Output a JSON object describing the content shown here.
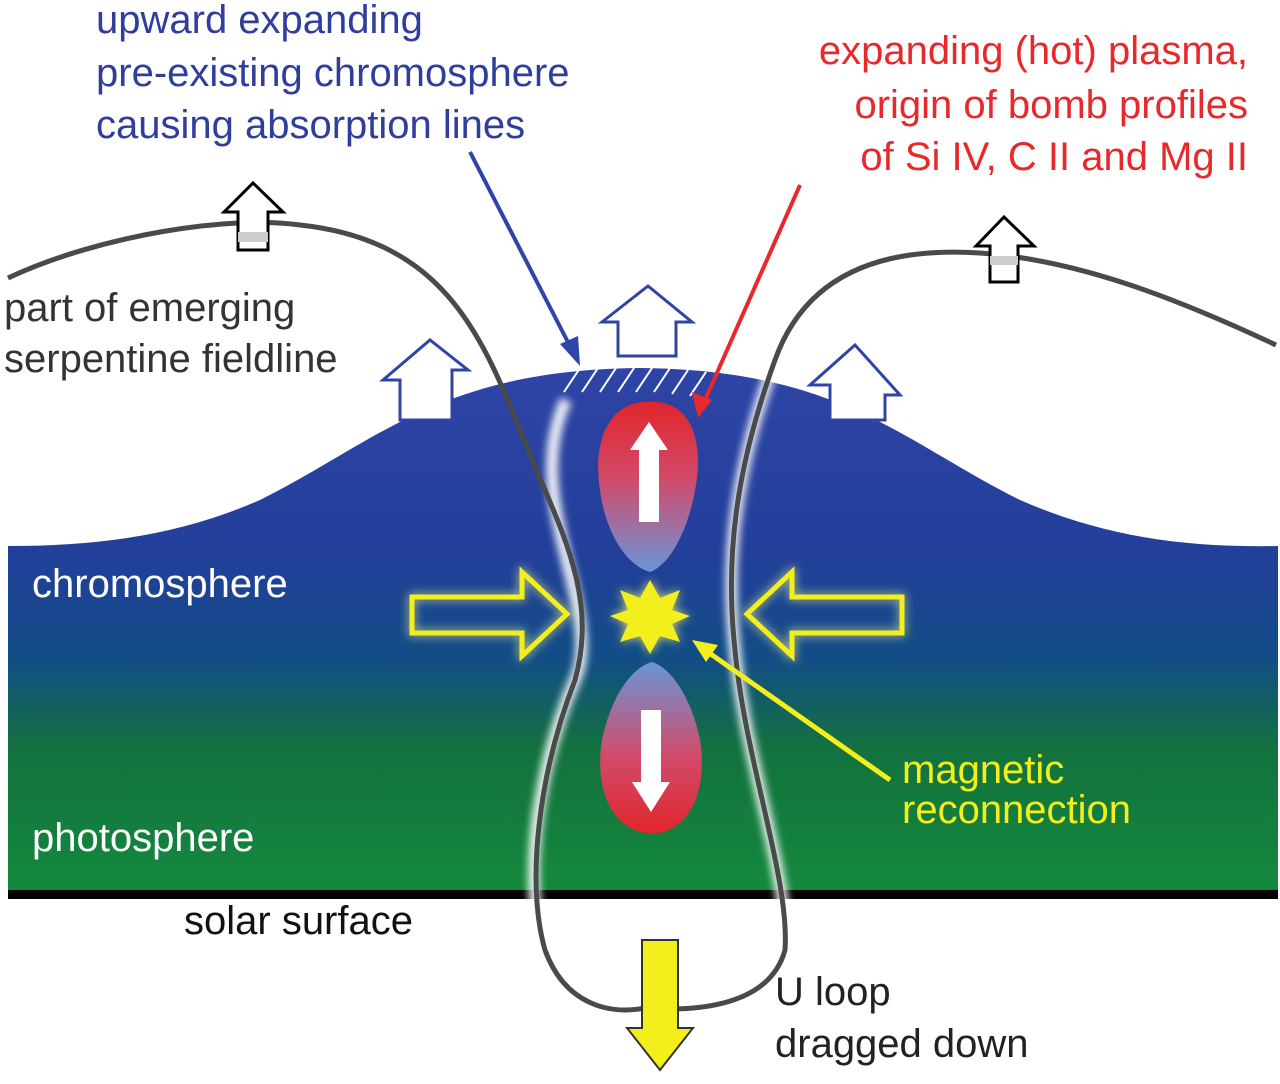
{
  "labels": {
    "upward_expanding": [
      "upward expanding",
      "pre-existing chromosphere",
      "causing absorption lines"
    ],
    "expanding_plasma": [
      "expanding (hot) plasma,",
      "origin of bomb profiles",
      "of Si IV, C II and Mg II"
    ],
    "emerging_fieldline": [
      "part of emerging",
      "serpentine fieldline"
    ],
    "chromosphere": "chromosphere",
    "photosphere": "photosphere",
    "solar_surface": "solar surface",
    "magnetic_reconnection": [
      "magnetic",
      "reconnection"
    ],
    "u_loop": [
      "U loop",
      "dragged down"
    ]
  },
  "colors": {
    "blue_text": "#2f3e9c",
    "red_text": "#e8282b",
    "yellow": "#f3ef1c",
    "dark_text": "#333333",
    "white_text": "#ffffff",
    "fieldline": "#4a4a4a",
    "chromosphere_top": "#2e47a5",
    "chromosphere_mid": "#164c8c",
    "photosphere": "#138a3c",
    "plasma_red": "#e0262b",
    "plasma_blue": "#6a8fd6",
    "surface": "#000000"
  }
}
